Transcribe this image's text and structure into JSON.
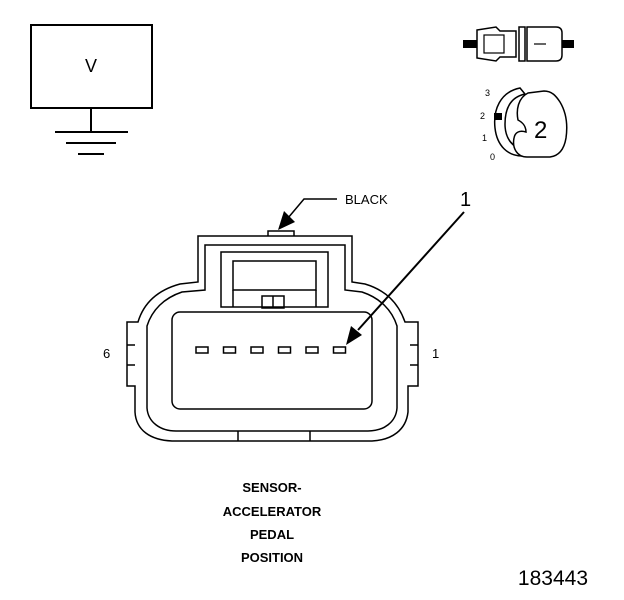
{
  "meter": {
    "symbol": "V"
  },
  "position_scale": [
    "3",
    "2",
    "1",
    "0"
  ],
  "position_selected": "2",
  "connector": {
    "color_label": "BLACK",
    "callout_number": "1",
    "pin_left": "6",
    "pin_right": "1",
    "pin_count": 6
  },
  "caption": {
    "lines": [
      "SENSOR-",
      "ACCELERATOR",
      "PEDAL",
      "POSITION"
    ]
  },
  "figure_number": "183443"
}
